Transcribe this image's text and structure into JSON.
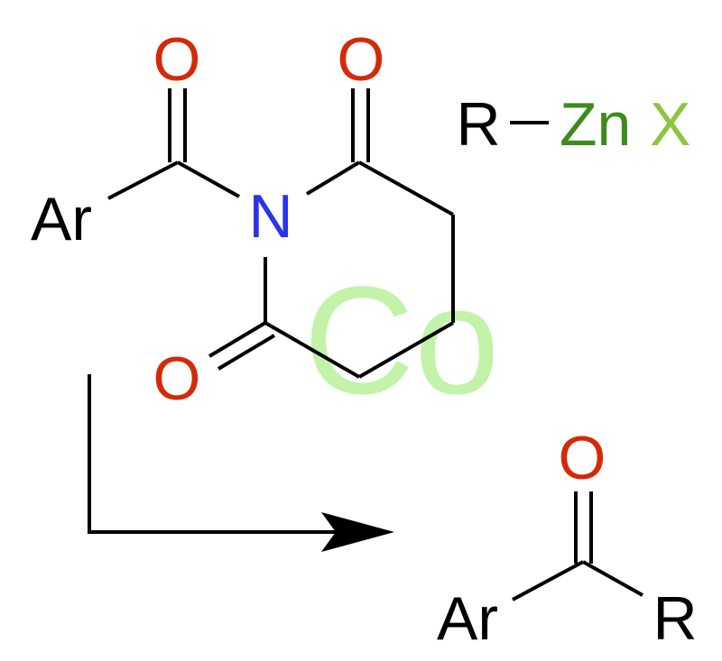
{
  "colors": {
    "oxygen": "#d42a08",
    "nitrogen": "#2a34e8",
    "black": "#000000",
    "zinc": "#3e8a1e",
    "halide": "#8ec53e",
    "cobalt": "#aef08c"
  },
  "reagent": {
    "r": "R",
    "zn": "Zn",
    "x": "X"
  },
  "starting_material": {
    "ar": "Ar",
    "n": "N",
    "o_acyl": "O",
    "o_ring_top": "O",
    "o_ring_bottom": "O"
  },
  "catalyst": {
    "metal": "Co"
  },
  "product": {
    "ar": "Ar",
    "o": "O",
    "r": "R"
  }
}
